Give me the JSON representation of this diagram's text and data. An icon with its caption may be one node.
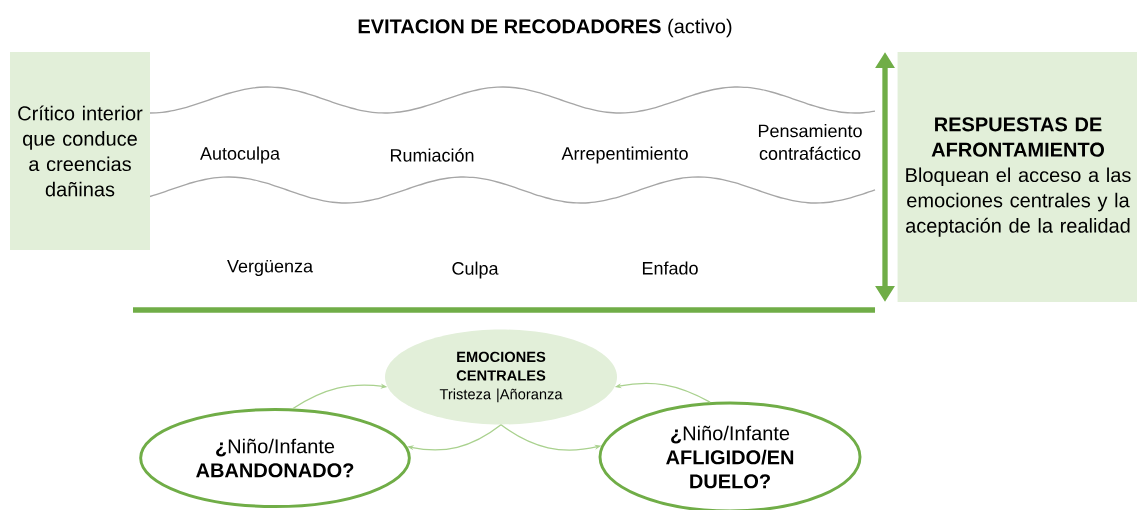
{
  "diagram": {
    "title": "**EVITACION DE RECODADORES** (activo)",
    "nodes": [
      {
        "text": [
          "Crítico interior que conduce a creencias dañinas"
        ]
      },
      {
        "text": [
          "RESPUESTAS DE AFRONTAMIENTO",
          "Bloquean el acceso a las emociones centrales y la aceptación de la realidad"
        ]
      },
      {
        "text": [
          "EMOCIONES CENTRALES",
          "Tristeza |Añoranza"
        ]
      },
      {
        "text": [
          "**¿**Niño/Infante **ABANDONADO?**"
        ]
      },
      {
        "text": [
          "**¿**Niño/Infante **AFLIGIDO/EN DUELO?**"
        ]
      }
    ],
    "edges": [
      {
        "from": 3,
        "to": 2,
        "arrow": "to"
      },
      {
        "from": 4,
        "to": 2,
        "arrow": "to"
      },
      {
        "from": 2,
        "to": 3,
        "arrow": "to"
      },
      {
        "from": 2,
        "to": 4,
        "arrow": "to"
      }
    ],
    "labels": [
      "Autoculpa",
      "Rumiación",
      "Arrepentimiento",
      "Pensamiento contrafáctico",
      "Vergüenza",
      "Culpa",
      "Enfado"
    ]
  }
}
